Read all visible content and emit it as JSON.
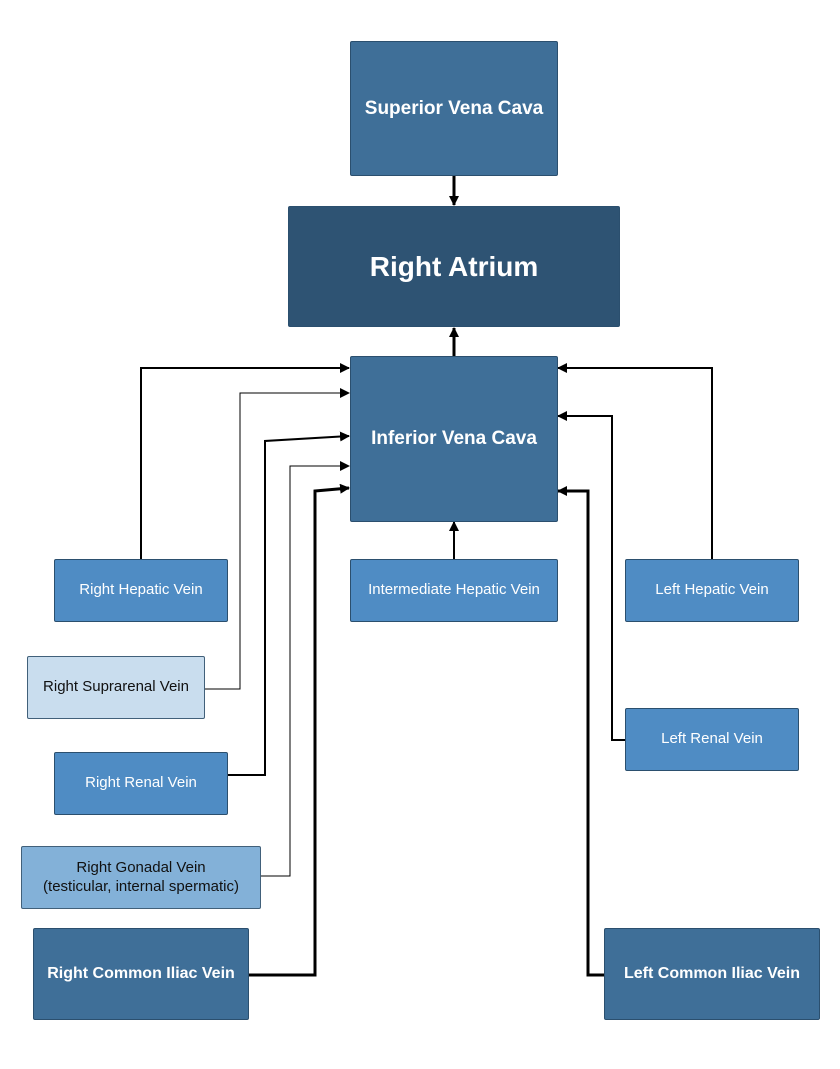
{
  "nodes": {
    "superior_vena_cava": "Superior Vena Cava",
    "right_atrium": "Right Atrium",
    "inferior_vena_cava": "Inferior Vena Cava",
    "right_hepatic_vein": "Right Hepatic Vein",
    "intermediate_hepatic_vein": "Intermediate Hepatic Vein",
    "left_hepatic_vein": "Left Hepatic Vein",
    "right_suprarenal_vein": "Right Suprarenal Vein",
    "left_renal_vein": "Left Renal Vein",
    "right_renal_vein": "Right Renal Vein",
    "right_gonadal_vein_line1": "Right Gonadal Vein",
    "right_gonadal_vein_line2": "(testicular, internal spermatic)",
    "right_common_iliac_vein": "Right Common Iliac Vein",
    "left_common_iliac_vein": "Left Common Iliac Vein"
  },
  "colors": {
    "dark": "#2e5373",
    "mid": "#3f6f98",
    "light": "#4f8cc4",
    "pale": "#c9ddee",
    "pale2": "#83b1d8",
    "connector": "#000000"
  }
}
